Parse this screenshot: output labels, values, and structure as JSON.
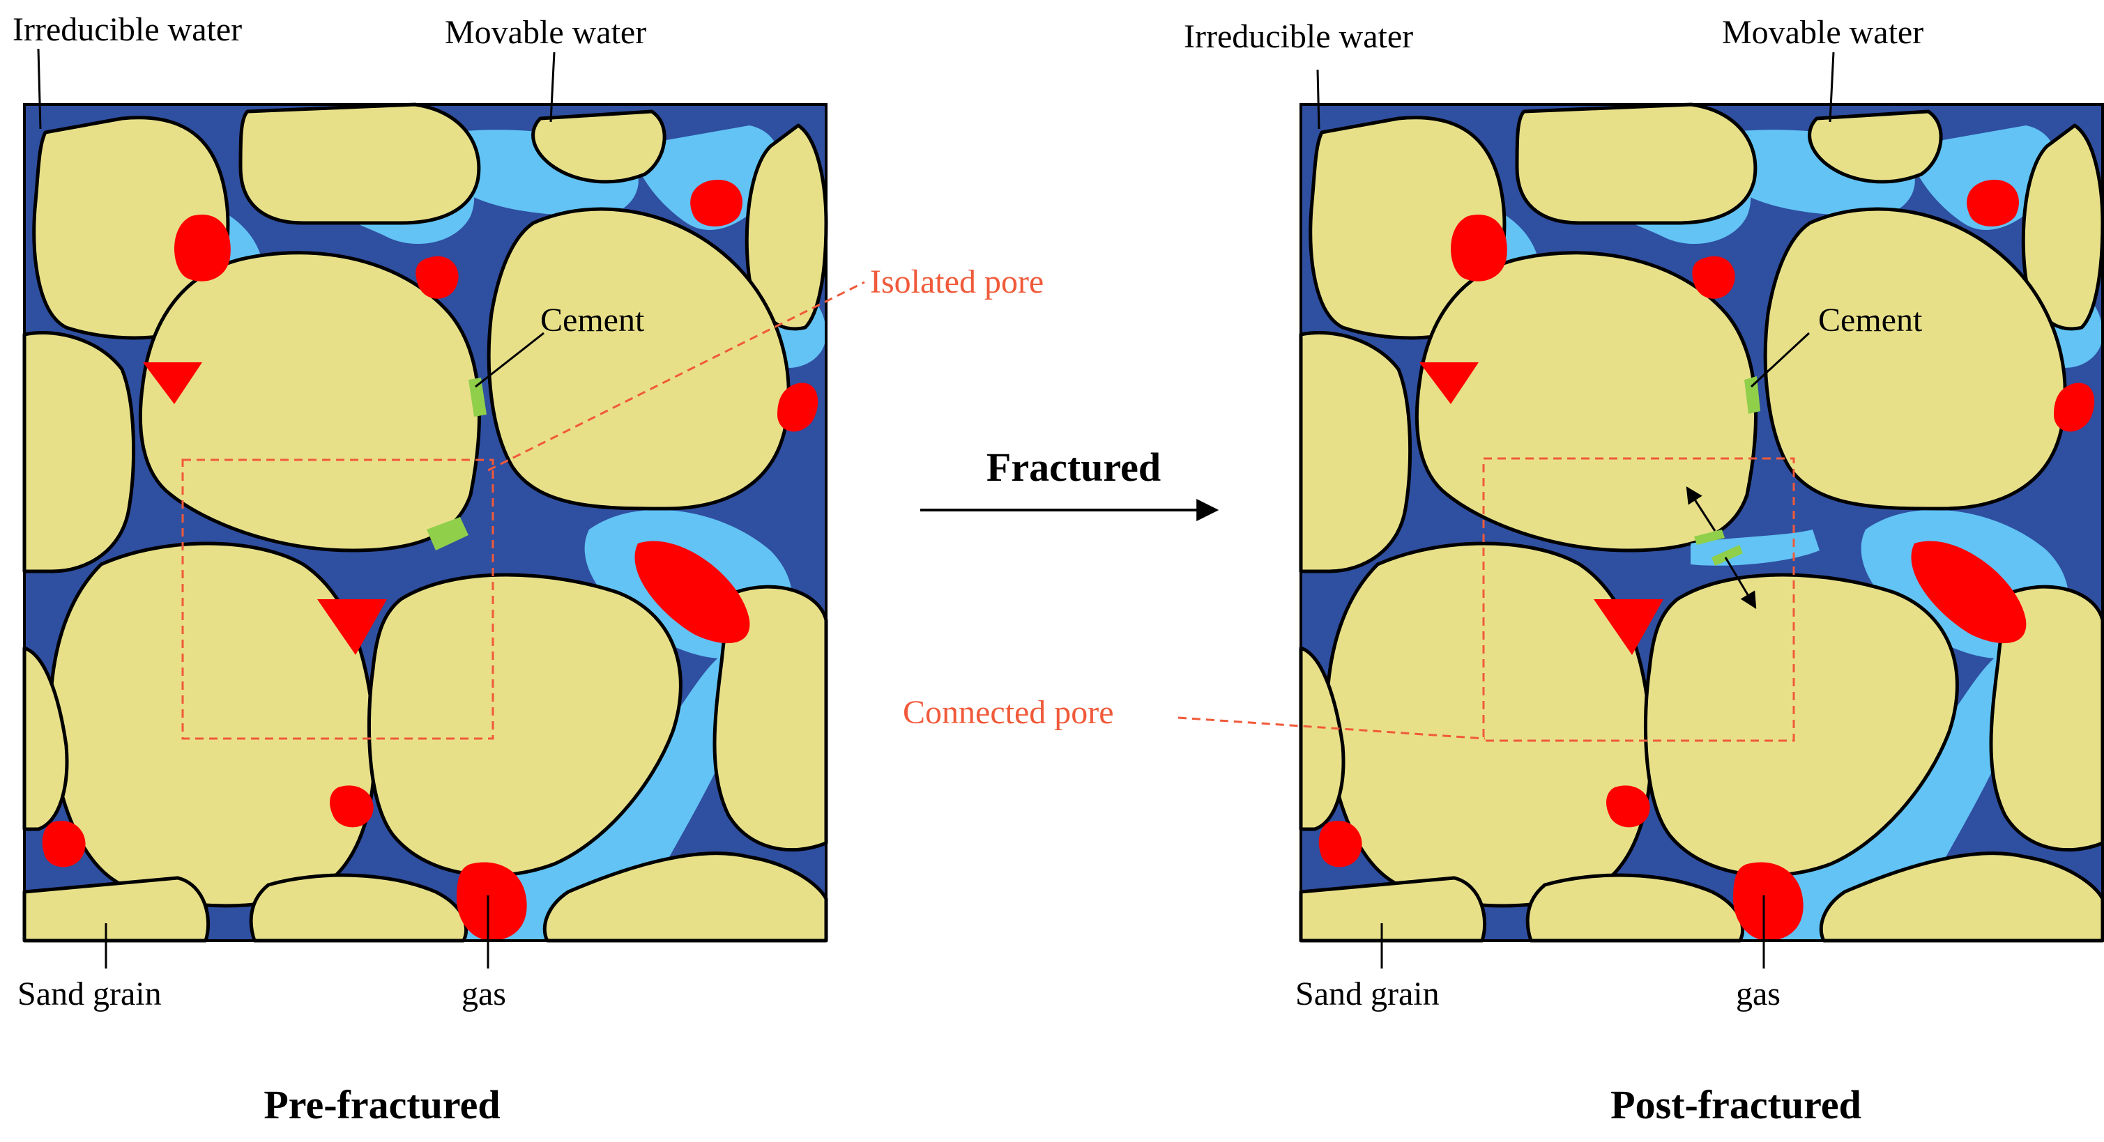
{
  "labels": {
    "irreducible_water": "Irreducible water",
    "movable_water": "Movable water",
    "cement": "Cement",
    "isolated_pore": "Isolated pore",
    "connected_pore": "Connected pore",
    "sand_grain": "Sand grain",
    "gas": "gas",
    "fractured": "Fractured",
    "pre_fractured": "Pre-fractured",
    "post_fractured": "Post-fractured"
  },
  "colors": {
    "sand_grain": "#e8e089",
    "irreducible_water": "#2f4fa0",
    "movable_water": "#62c3f4",
    "gas": "#ff0000",
    "cement": "#8fcf4a",
    "pore_callout": "#f05a3a",
    "outline": "#000000"
  }
}
